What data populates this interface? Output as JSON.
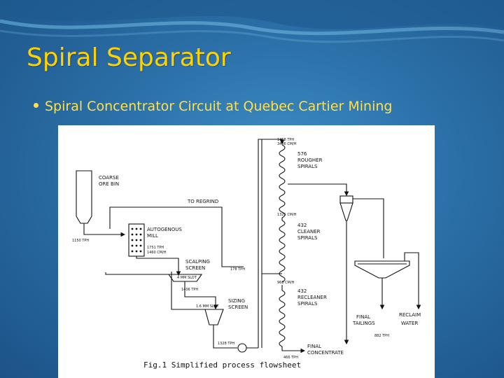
{
  "slide": {
    "title": "Spiral Separator",
    "bullet": "Spiral Concentrator Circuit at Quebec Cartier Mining"
  },
  "figure": {
    "caption": "Fig.1  Simplified process flowsheet",
    "labels": {
      "coarse_ore_bin_1": "COARSE",
      "coarse_ore_bin_2": "ORE BIN",
      "feed_tph": "1150 TPH",
      "to_regrind": "TO  REGRIND",
      "autogenous_1": "AUTOGENOUS",
      "autogenous_2": "MILL",
      "mill_tph": "1751 TPH",
      "mill_cmh": "1460 CM/H",
      "scalping_1": "SCALPING",
      "scalping_2": "SCREEN",
      "slot_4mm": "4 MM SLOT",
      "scalp_under_tph": "1406 TPH",
      "sizing_1": "SIZING",
      "sizing_2": "SCREEN",
      "slot_1_6mm": "1.6 MM SLOT",
      "return_tph": "178 TPH",
      "pump_tph": "1328 TPH",
      "top_tph": "1468 TPH",
      "top_cmh": "3486 CM/H",
      "rougher_1": "576",
      "rougher_2": "ROUGHER",
      "rougher_3": "SPIRALS",
      "cleaner_feed": "1325 CM/H",
      "cleaner_1": "432",
      "cleaner_2": "CLEANER",
      "cleaner_3": "SPIRALS",
      "mid_cmh": "960 CM/H",
      "recleaner_1": "432",
      "recleaner_2": "RECLEANER",
      "recleaner_3": "SPIRALS",
      "final_tailings_1": "FINAL",
      "final_tailings_2": "TAILINGS",
      "tailings_tph": "882 TPH",
      "reclaim_1": "RECLAIM",
      "reclaim_2": "WATER",
      "final_conc_1": "FINAL",
      "final_conc_2": "CONCENTRATE",
      "conc_tph": "466 TPH"
    }
  },
  "colors": {
    "title": "#ffd200",
    "bullet": "#ffe04a",
    "background": "#2b70a8",
    "figure_bg": "#ffffff"
  }
}
